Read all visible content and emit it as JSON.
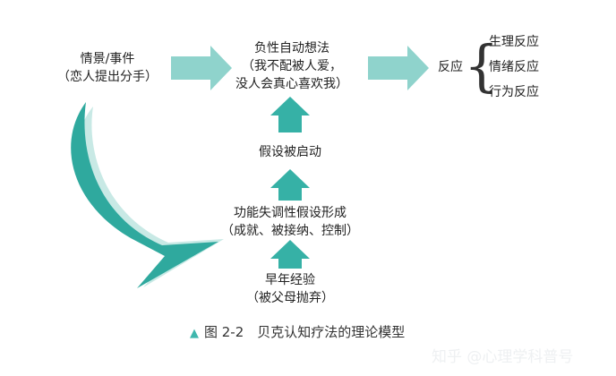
{
  "situation": {
    "line1": "情景/事件",
    "line2": "（恋人提出分手）"
  },
  "negative_thoughts": {
    "line1": "负性自动想法",
    "line2": "（我不配被人爱，",
    "line3": "没人会真心喜欢我）"
  },
  "reaction": {
    "label": "反应",
    "items": [
      "生理反应",
      "情绪反应",
      "行为反应"
    ]
  },
  "assumption_activated": "假设被启动",
  "dysfunctional_assumptions": {
    "line1": "功能失调性假设形成",
    "line2": "（成就、被接纳、控制）"
  },
  "early_experience": {
    "line1": "早年经验",
    "line2": "（被父母抛弃）"
  },
  "caption": {
    "marker": "▲",
    "text": "图 2-2　贝克认知疗法的理论模型"
  },
  "watermark": "知乎 @心理学科普号",
  "colors": {
    "arrow_light": "#8fd3cc",
    "arrow_dark": "#36b1a6",
    "curve_outer": "#c8e9e5",
    "curve_inner": "#2fa99e"
  }
}
